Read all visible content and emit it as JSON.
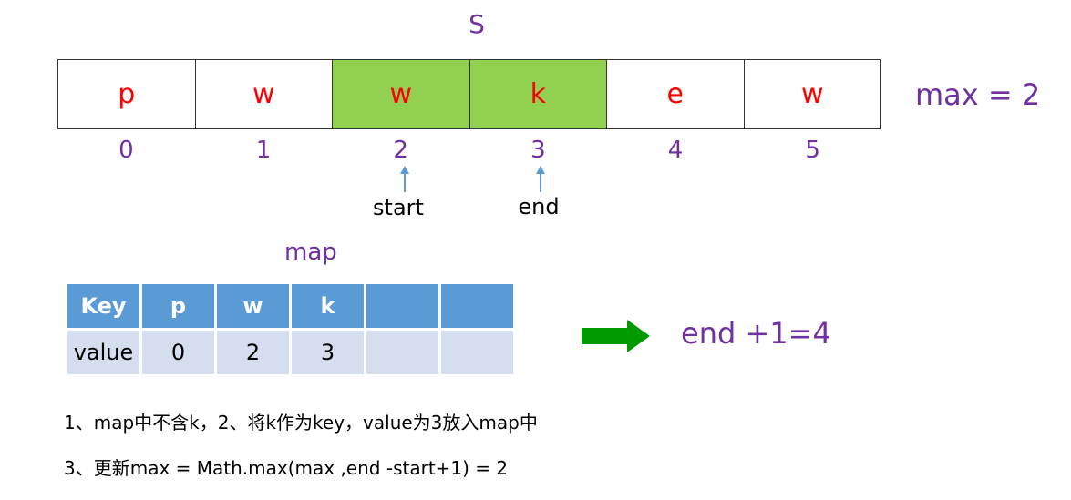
{
  "title": "S",
  "array": {
    "cells": [
      {
        "char": "p",
        "highlight": false
      },
      {
        "char": "w",
        "highlight": false
      },
      {
        "char": "w",
        "highlight": true
      },
      {
        "char": "k",
        "highlight": true
      },
      {
        "char": "e",
        "highlight": false
      },
      {
        "char": "w",
        "highlight": false
      }
    ],
    "indices": [
      "0",
      "1",
      "2",
      "3",
      "4",
      "5"
    ]
  },
  "max_label": "max = 2",
  "pointers": {
    "start": "start",
    "end": "end"
  },
  "map": {
    "title": "map",
    "header": [
      "Key",
      "p",
      "w",
      "k",
      "",
      ""
    ],
    "row": [
      "value",
      "0",
      "2",
      "3",
      "",
      ""
    ]
  },
  "result": "end +1=4",
  "notes": [
    "1、map中不含k，2、将k作为key，value为3放入map中",
    "3、更新max = Math.max(max ,end -start+1) = 2"
  ],
  "colors": {
    "purple": "#7030a0",
    "red": "#ff0000",
    "highlight": "#92d050",
    "table_header": "#5b9bd5",
    "table_body": "#d5deef",
    "arrow_blue": "#5b9bd5",
    "arrow_green": "#009a00"
  }
}
